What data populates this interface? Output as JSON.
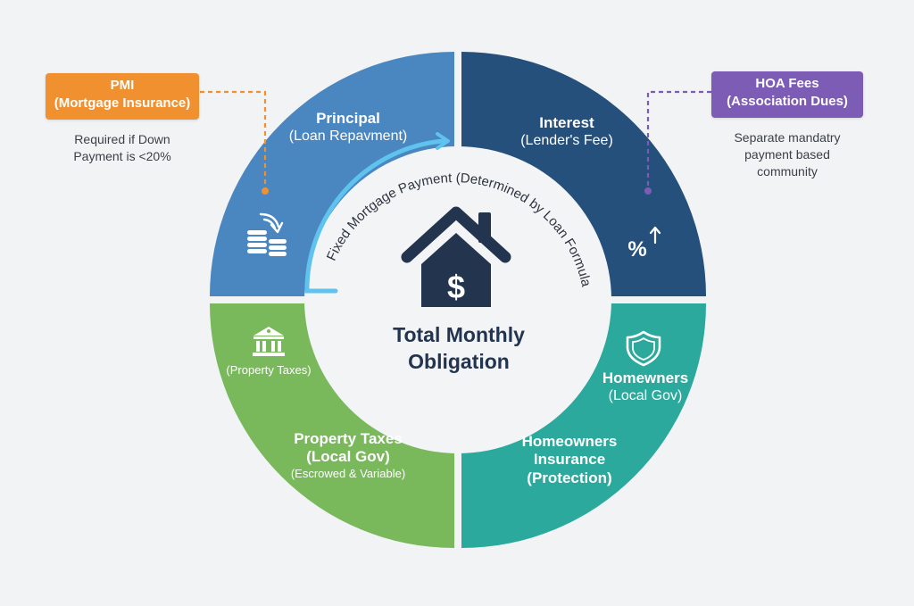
{
  "colors": {
    "background": "#f2f3f5",
    "principal": "#4a86bf",
    "interest": "#24507b",
    "property_taxes": "#79b85b",
    "insurance": "#2aa99c",
    "center": "#f3f4f6",
    "center_text": "#23344f",
    "arc_arrow": "#5fc3ee",
    "pmi": "#f0902f",
    "hoa": "#7d5cb5"
  },
  "center": {
    "title_line1": "Total Monthly",
    "title_line2": "Obligation",
    "icon": "house-dollar-icon",
    "arc_text": "Fixed Mortgage Payment (Determined by Loan Formula)"
  },
  "segments": {
    "principal": {
      "title": "Principal",
      "subtitle": "(Loan Repavment)",
      "icon": "coins-arrow-icon"
    },
    "interest": {
      "title": "Interest",
      "subtitle": "(Lender's Fee)",
      "icon": "percent-up-icon"
    },
    "property_taxes": {
      "icon": "bank-building-icon",
      "icon_label": "(Property Taxes)",
      "title": "Property Taxes",
      "subtitle": "(Local Gov)",
      "note": "(Escrowed & Variable)"
    },
    "insurance": {
      "icon": "shield-icon",
      "icon_title": "Homewners",
      "icon_subtitle": "(Local Gov)",
      "title_line1": "Homeowners",
      "title_line2": "Insurance",
      "subtitle": "(Protection)"
    }
  },
  "callouts": {
    "pmi": {
      "title": "PMI",
      "subtitle": "(Mortgage Insurance)",
      "desc_line1": "Required if Down",
      "desc_line2": "Payment is <20%"
    },
    "hoa": {
      "title": "HOA Fees",
      "subtitle": "(Association Dues)",
      "desc_line1": "Separate mandatry",
      "desc_line2": "payment based",
      "desc_line3": "community"
    }
  }
}
